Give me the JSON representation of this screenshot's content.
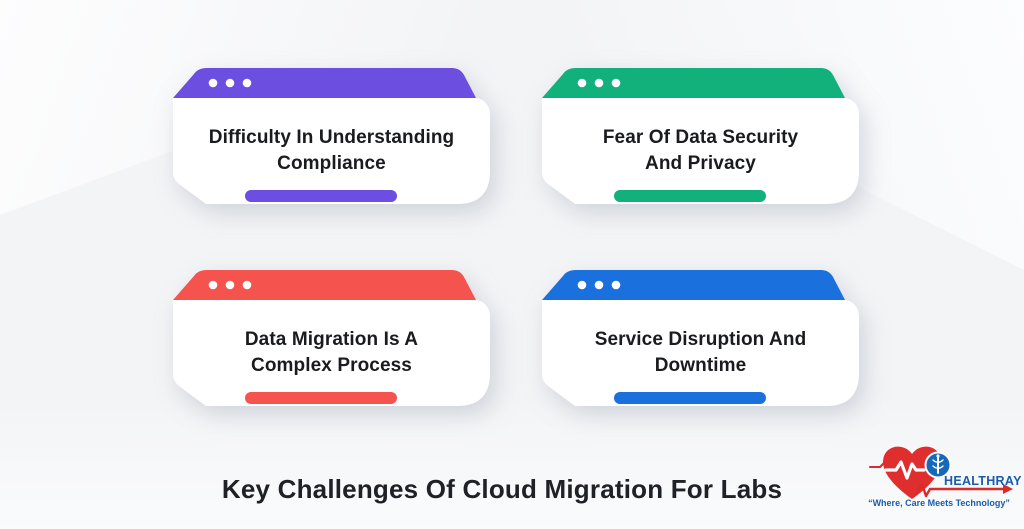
{
  "title": "Key Challenges Of Cloud Migration For Labs",
  "cards": [
    {
      "name": "difficulty-in-understanding-compliance",
      "line1": "Difficulty In Understanding",
      "line2": "Compliance",
      "color": "#6c4ee0"
    },
    {
      "name": "fear-of-data-security-and-privacy",
      "line1": "Fear Of Data Security",
      "line2": "And Privacy",
      "color": "#12b07a"
    },
    {
      "name": "data-migration-is-a-complex-process",
      "line1": "Data Migration Is A",
      "line2": "Complex Process",
      "color": "#f4544d"
    },
    {
      "name": "service-disruption-and-downtime",
      "line1": "Service Disruption And",
      "line2": "Downtime",
      "color": "#1a70dd"
    }
  ],
  "icons": {
    "window_dots": "three white dots",
    "logo_heart": "red heart with EKG pulse line",
    "caduceus": "blue circle medical caduceus",
    "arrow_right": "red EKG arrow"
  },
  "logo": {
    "brand": "HEALTHRAY",
    "tagline": "“Where, Care Meets Technology”",
    "heart_color": "#e02d2d",
    "brand_color": "#1a5cad"
  }
}
